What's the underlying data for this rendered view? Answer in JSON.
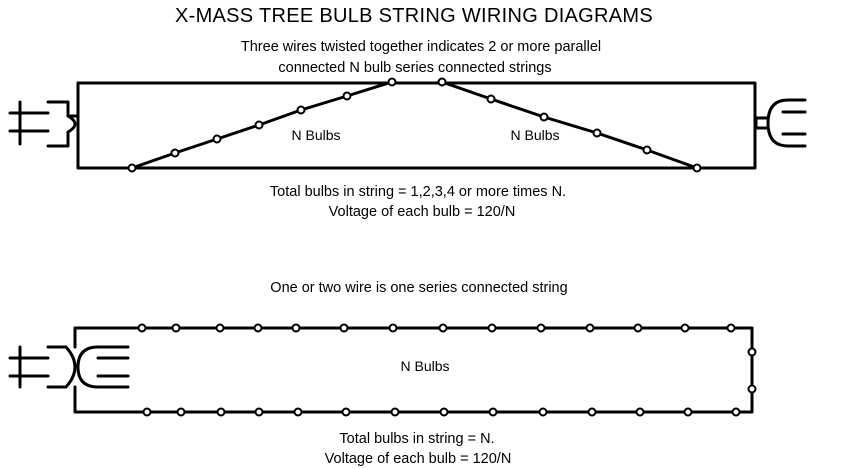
{
  "title": "X-MASS TREE BULB STRING WIRING DIAGRAMS",
  "parallel": {
    "caption_line1": "Three wires twisted together indicates 2 or more parallel",
    "caption_line2": "connected N bulb series connected strings",
    "left_label": "N Bulbs",
    "right_label": "N Bulbs",
    "total_line1": "Total bulbs in string = 1,2,3,4 or more times N.",
    "total_line2": "Voltage of each bulb = 120/N"
  },
  "series": {
    "caption": "One or two wire is one series connected string",
    "label": "N Bulbs",
    "total_line1": "Total bulbs in string = N.",
    "total_line2": "Voltage of each bulb = 120/N"
  }
}
